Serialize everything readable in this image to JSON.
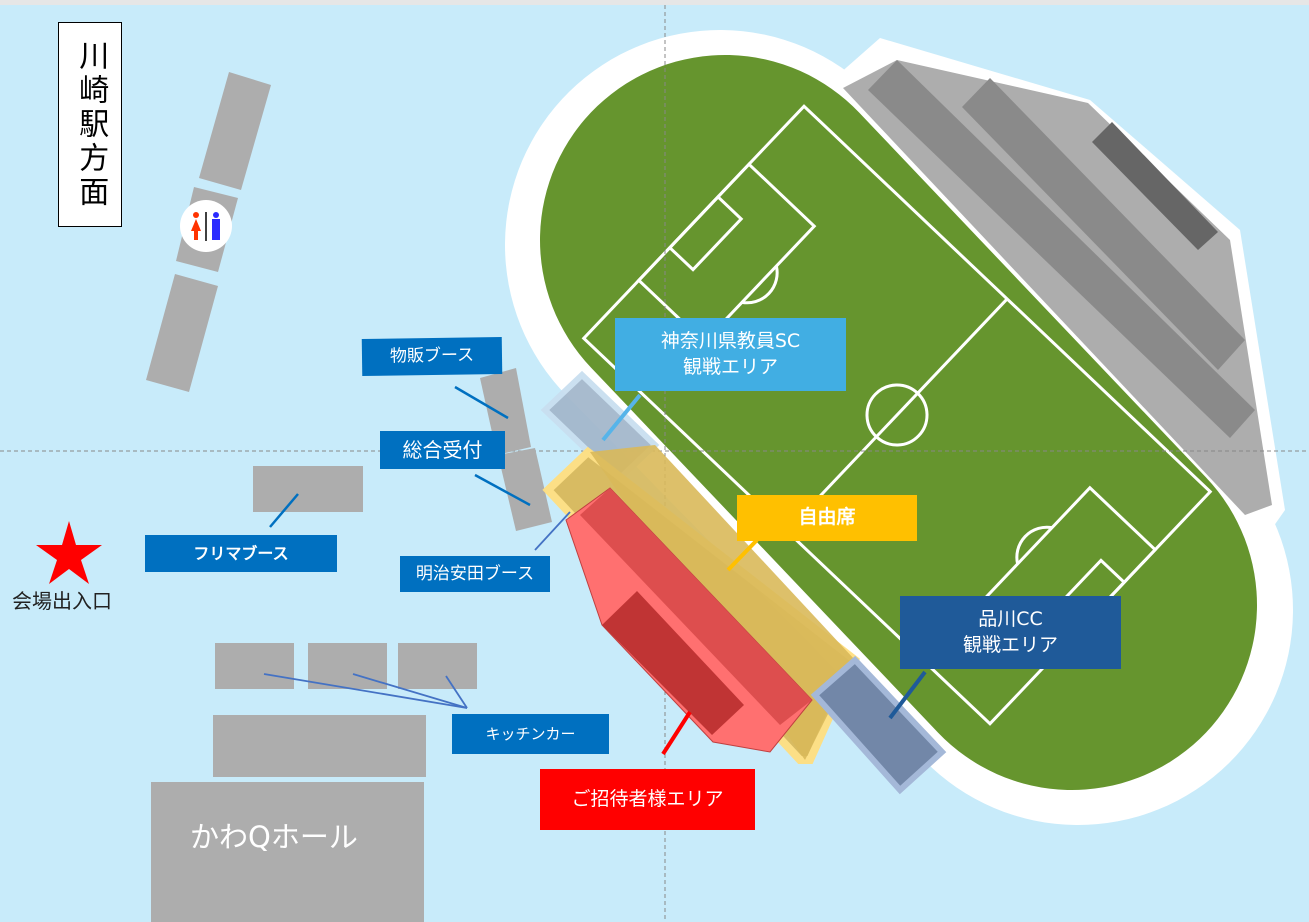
{
  "station_direction": "川崎駅方面",
  "entrance_label": "会場出入口",
  "hall_label": "かわQホール",
  "booths": {
    "merch": "物販ブース",
    "reception": "総合受付",
    "flea_market": "フリマブース",
    "meiji_yasuda": "明治安田ブース",
    "kitchen_car": "キッチンカー"
  },
  "areas": {
    "kanagawa_sc": [
      "神奈川県教員SC",
      "観戦エリア"
    ],
    "free_seating": "自由席",
    "shinagawa_cc": [
      "品川CC",
      "観戦エリア"
    ],
    "guest": "ご招待者様エリア"
  },
  "colors": {
    "background": "#c8ebfa",
    "pitch": "#66952e",
    "building": "#adadad",
    "booth_label": "#0070c0",
    "sc_area": "#41aee3",
    "free_seat": "#ffc000",
    "shinagawa": "#1f5a99",
    "guest": "#ff0000"
  },
  "icons": [
    "restroom-icon",
    "entrance-star-icon"
  ]
}
